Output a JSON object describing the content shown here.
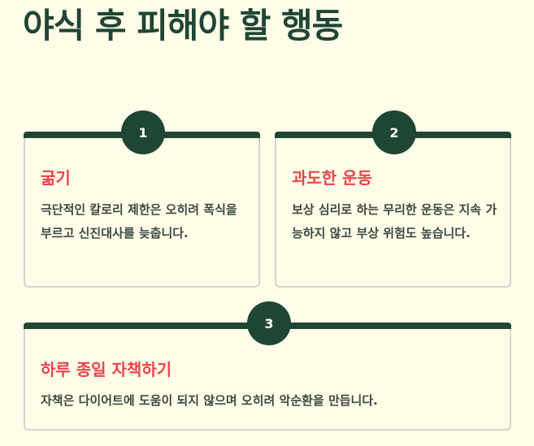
{
  "page": {
    "title": "야식 후 피해야 할 행동"
  },
  "cards": [
    {
      "number": "1",
      "title": "굶기",
      "text": "극단적인 칼로리 제한은 오히려 폭식을 부르고 신진대사를 늦춥니다."
    },
    {
      "number": "2",
      "title": "과도한 운동",
      "text": "보상 심리로 하는 무리한 운동은 지속 가능하지 않고 부상 위험도 높습니다."
    },
    {
      "number": "3",
      "title": "하루 종일 자책하기",
      "text": "자책은 다이어트에 도움이 되지 않으며 오히려 악순환을 만듭니다."
    }
  ],
  "colors": {
    "background": "#fffde8",
    "primary": "#1f4535",
    "accent": "#e8444b",
    "text": "#3c4a44",
    "border": "#cfd4cf"
  }
}
